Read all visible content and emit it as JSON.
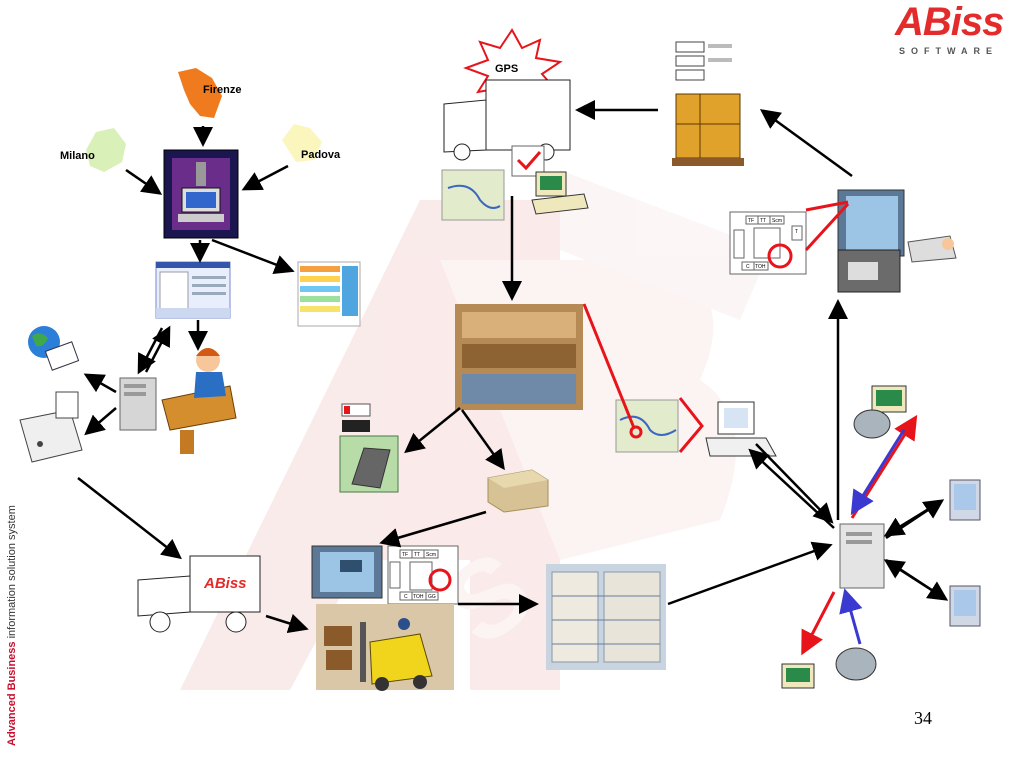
{
  "regions": {
    "firenze": "Firenze",
    "milano": "Milano",
    "padova": "Padova"
  },
  "gps_label": "GPS",
  "brand": {
    "logo_main": "ABiss",
    "logo_sub": "SOFTWARE",
    "truck_brand": "ABiss"
  },
  "side_text": {
    "bold": "Advanced Business",
    "rest": " information solution system"
  },
  "page_number": "34",
  "grid_labels": {
    "tf": "TF",
    "tt": "TT",
    "scm": "Scm",
    "t_frag": "T",
    "c": "C",
    "toh": "TOH",
    "gg": "GG"
  },
  "colors": {
    "arrow": "#000000",
    "red": "#e8141b",
    "blue": "#3a3ad0",
    "watermark": "#f4dada"
  }
}
